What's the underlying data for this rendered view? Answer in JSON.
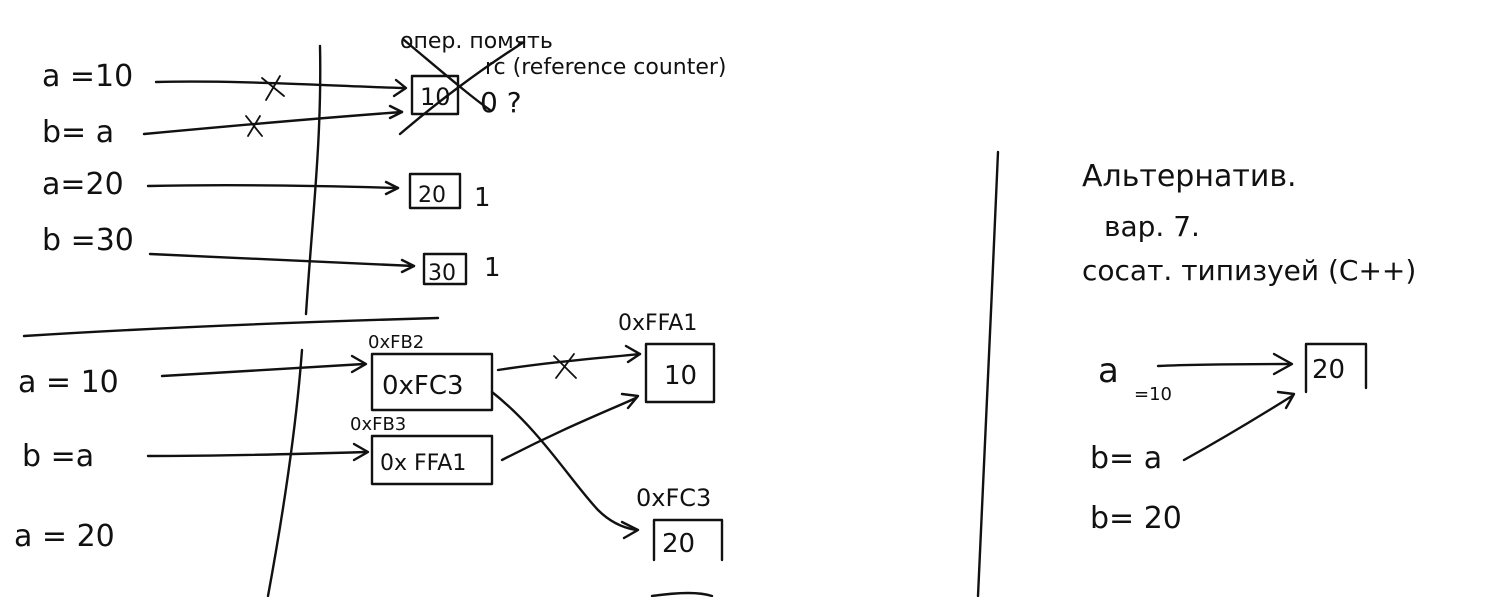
{
  "section1": {
    "stmt_a10": "a =10",
    "stmt_b_a": "b= a",
    "stmt_a20": "a=20",
    "stmt_b30": "b =30",
    "note_top": "опер. помять",
    "note_rc": "rc (reference counter)",
    "box_10": "10",
    "count_10": "0 ?",
    "box_20": "20",
    "count_20": "1",
    "box_30": "30",
    "count_30": "1"
  },
  "section2": {
    "stmt_a10": "a = 10",
    "stmt_b_a": "b =a",
    "stmt_a20": "a = 20",
    "addr_fb2": "0xFB2",
    "addr_fb3": "0xFB3",
    "cell_fc3": "0xFC3",
    "cell_ffa1": "0x FFA1",
    "addr_ffa1": "0xFFA1",
    "box_10": "10",
    "addr_fc3": "0xFC3",
    "box_20": "20"
  },
  "section3": {
    "title": "Альтернатив.",
    "line2": "вар. 7.",
    "line3": "сосат. типизуей (C++)",
    "stmt_a": "a",
    "stmt_a_sub": "=10",
    "box_20": "20",
    "stmt_b_a": "b= a",
    "stmt_b20": "b= 20"
  }
}
